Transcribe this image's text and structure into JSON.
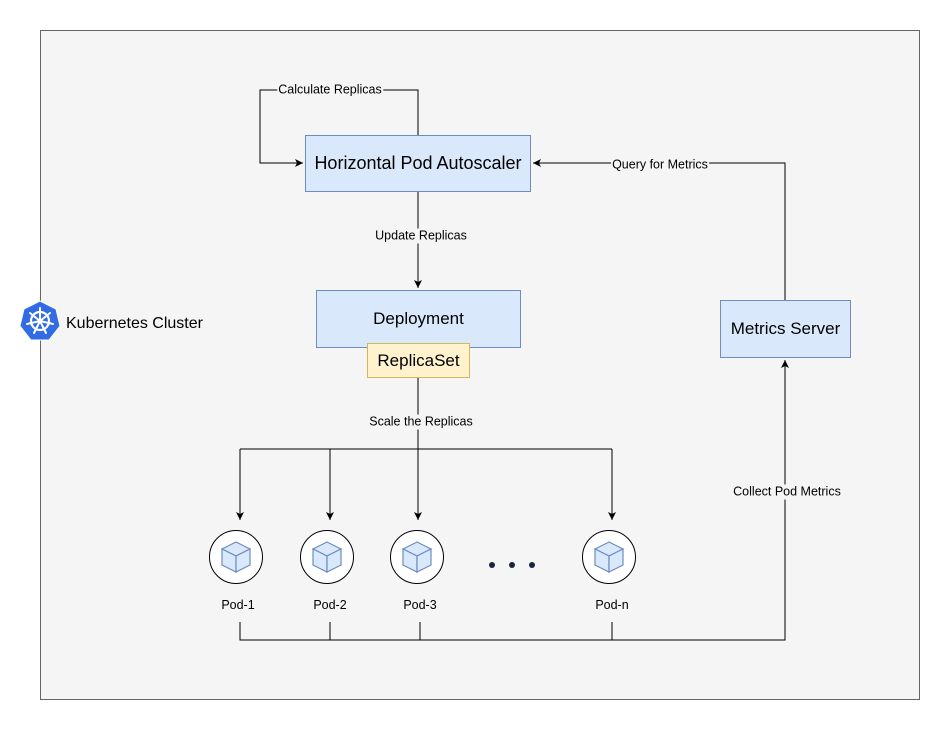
{
  "cluster": {
    "label": "Kubernetes Cluster",
    "logo_icon": "kubernetes-helm-wheel-icon"
  },
  "nodes": {
    "hpa": "Horizontal Pod Autoscaler",
    "deployment": "Deployment",
    "replicaset": "ReplicaSet",
    "metrics_server": "Metrics Server"
  },
  "edges": {
    "calculate_replicas": "Calculate Replicas",
    "update_replicas": "Update Replicas",
    "query_for_metrics": "Query for Metrics",
    "scale_the_replicas": "Scale the Replicas",
    "collect_pod_metrics": "Collect Pod Metrics"
  },
  "pods": [
    {
      "label": "Pod-1"
    },
    {
      "label": "Pod-2"
    },
    {
      "label": "Pod-3"
    },
    {
      "label": "Pod-n"
    }
  ],
  "pod_icon": "cube-icon",
  "colors": {
    "blue_fill": "#dae8fc",
    "blue_stroke": "#6c8ebf",
    "yellow_fill": "#fff2cc",
    "yellow_stroke": "#d6b656",
    "k8s_blue": "#326ce5"
  }
}
